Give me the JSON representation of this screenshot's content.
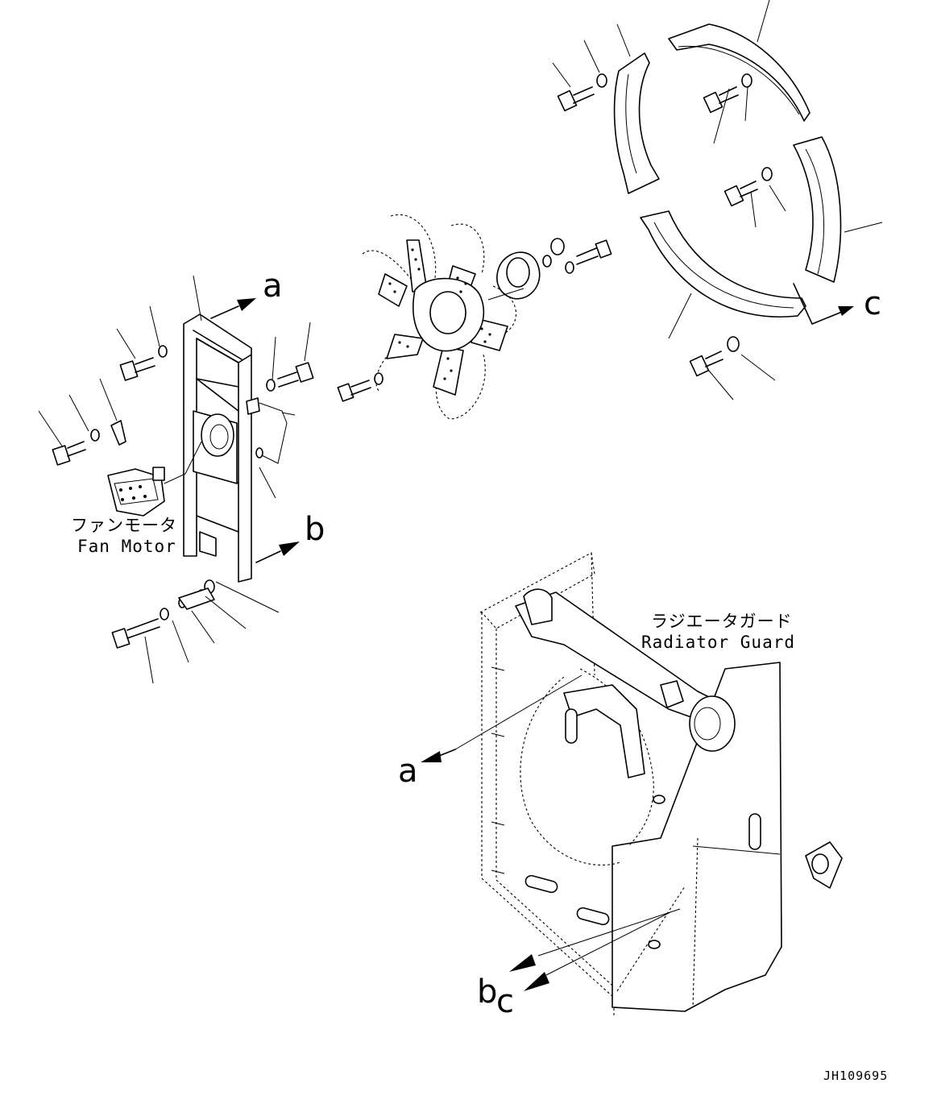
{
  "labels": {
    "fan_motor_jp": "ファンモータ",
    "fan_motor_en": "Fan Motor",
    "radiator_guard_jp": "ラジエータガード",
    "radiator_guard_en": "Radiator Guard"
  },
  "reference_letters": {
    "a_top": "a",
    "b_top": "b",
    "c_top": "c",
    "a_bottom": "a",
    "b_bottom": "b",
    "c_bottom": "c"
  },
  "drawing_code": "JH109695"
}
